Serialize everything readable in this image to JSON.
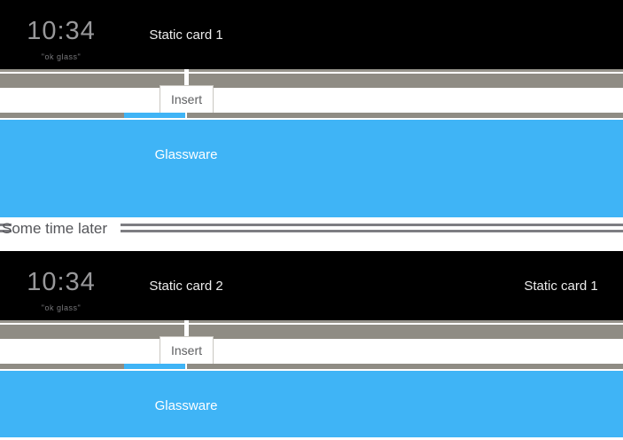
{
  "colors": {
    "glassware_blue": "#3fb4f6",
    "timeline_gray": "#8f8c84",
    "strip_gray": "#97948c",
    "card_background": "#000000",
    "divider_line_gray": "#7d7d82"
  },
  "state1": {
    "clock": "10:34",
    "hint": "\"ok glass\"",
    "card_slot_1": "Static card 1",
    "insert_label": "Insert",
    "glassware_label": "Glassware"
  },
  "divider": {
    "label": "Some time later"
  },
  "state2": {
    "clock": "10:34",
    "hint": "\"ok glass\"",
    "card_slot_1": "Static card 2",
    "card_slot_5": "Static card 1",
    "insert_label": "Insert",
    "glassware_label": "Glassware"
  }
}
